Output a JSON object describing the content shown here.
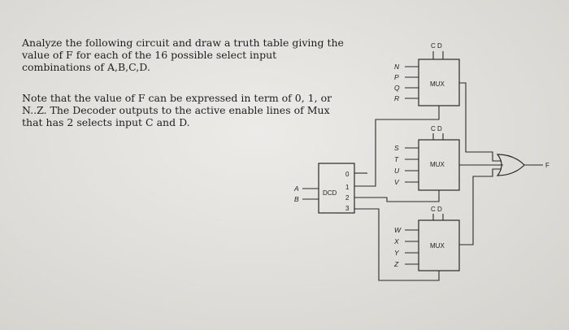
{
  "problem": {
    "paragraph1": "Analyze the following circuit and draw a truth table giving the\nvalue of F for each of the 16 possible select input\ncombinations of A,B,C,D.",
    "paragraph2": "Note that the value of F can be expressed in term of 0, 1, or\nN..Z. The Decoder outputs to the active enable lines of Mux\nthat has 2 selects input C and D."
  },
  "circuit": {
    "decoder": {
      "label": "DCD",
      "inputs": [
        "A",
        "B"
      ],
      "outputs": [
        "0",
        "1",
        "2",
        "3"
      ]
    },
    "muxes": [
      {
        "label": "MUX",
        "selects": "C D",
        "inputs": [
          "N",
          "P",
          "Q",
          "R"
        ]
      },
      {
        "label": "MUX",
        "selects": "C D",
        "inputs": [
          "S",
          "T",
          "U",
          "V"
        ]
      },
      {
        "label": "MUX",
        "selects": "C D",
        "inputs": [
          "W",
          "X",
          "Y",
          "Z"
        ]
      }
    ],
    "output_label": "F"
  }
}
